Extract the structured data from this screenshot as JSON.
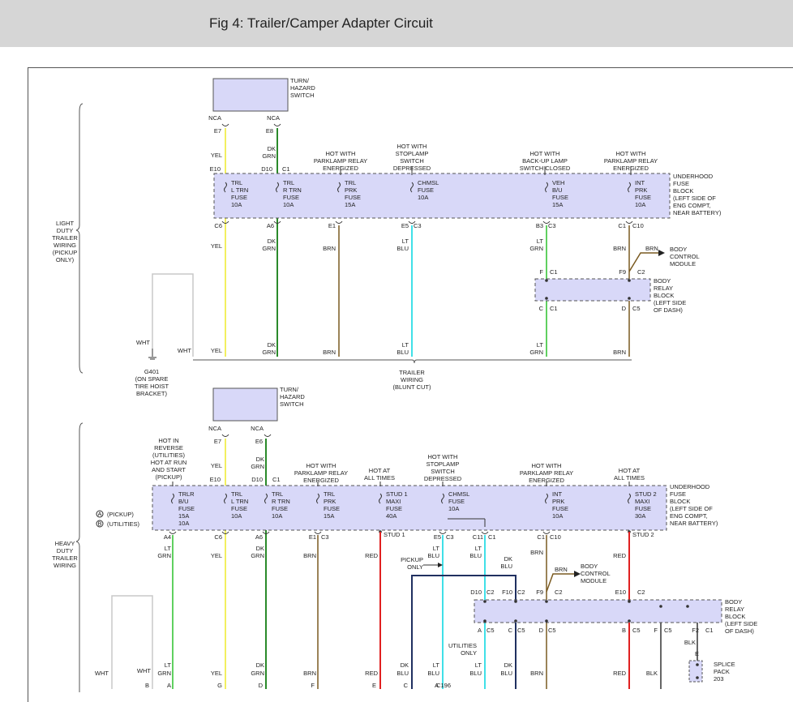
{
  "header": {
    "title": "Fig 4: Trailer/Camper Adapter Circuit"
  },
  "colors": {
    "fuse_block_fill": "#d8d8f8",
    "yel": "#f2f060",
    "grn": "#2a8a2a",
    "brn": "#7a5a20",
    "lt_blu": "#40e0e8",
    "lt_grn": "#60d060",
    "red": "#e02020",
    "dk_blu": "#203060",
    "blk": "#333333",
    "wht": "#c8c8c8"
  },
  "top": {
    "switch_label": [
      "TURN/",
      "HAZARD",
      "SWITCH"
    ],
    "nca1": "NCA",
    "nca2": "NCA",
    "e7": "E7",
    "e8": "E8",
    "w_yel": "YEL",
    "w_dk": "DK",
    "w_grn": "GRN",
    "hot_park": [
      "HOT WITH",
      "PARKLAMP RELAY",
      "ENERGIZED"
    ],
    "hot_stop": [
      "HOT WITH",
      "STOPLAMP",
      "SWITCH",
      "DEPRESSED"
    ],
    "hot_backup": [
      "HOT WITH",
      "BACK-UP LAMP",
      "SWITCH CLOSED"
    ],
    "hot_park2": [
      "HOT WITH",
      "PARKLAMP RELAY",
      "ENERGIZED"
    ],
    "e10": "E10",
    "d10": "D10",
    "c1": "C1",
    "fuse1": [
      "TRL",
      "L TRN",
      "FUSE",
      "10A"
    ],
    "fuse2": [
      "TRL",
      "R TRN",
      "FUSE",
      "10A"
    ],
    "fuse3": [
      "TRL",
      "PRK",
      "FUSE",
      "15A"
    ],
    "fuse4": [
      "CHMSL",
      "FUSE",
      "10A"
    ],
    "fuse5": [
      "VEH",
      "B/U",
      "FUSE",
      "15A"
    ],
    "fuse6": [
      "INT",
      "PRK",
      "FUSE",
      "10A"
    ],
    "ufb": [
      "UNDERHOOD",
      "FUSE",
      "BLOCK",
      "(LEFT SIDE OF",
      "ENG COMPT,",
      "NEAR BATTERY)"
    ],
    "c6": "C6",
    "a6": "A6",
    "e1": "E1",
    "e5": "E5",
    "c3": "C3",
    "b3": "B3",
    "c3b": "C3",
    "c1b": "C1",
    "c10": "C10",
    "yel2": "YEL",
    "dk2": "DK",
    "grn2": "GRN",
    "brn": "BRN",
    "lt": "LT",
    "blu": "BLU",
    "lt2": "LT",
    "grn3": "GRN",
    "brn2": "BRN",
    "brn3": "BRN",
    "bcm": [
      "BODY",
      "CONTROL",
      "MODULE"
    ],
    "f": "F",
    "c1c": "C1",
    "f9": "F9",
    "c2": "C2",
    "brb": [
      "BODY",
      "RELAY",
      "BLOCK",
      "(LEFT SIDE",
      "OF DASH)"
    ],
    "c": "C",
    "c1d": "C1",
    "d": "D",
    "c5": "C5",
    "side": [
      "LIGHT",
      "DUTY",
      "TRAILER",
      "WIRING",
      "(PICKUP",
      "ONLY)"
    ],
    "wht": "WHT",
    "wht2": "WHT",
    "g401": [
      "G401",
      "(ON SPARE",
      "TIRE HOIST",
      "BRACKET)"
    ],
    "bot": [
      "YEL",
      "DK",
      "GRN",
      "BRN",
      "LT",
      "BLU",
      "LT",
      "GRN",
      "BRN"
    ],
    "trailer": [
      "TRAILER",
      "WIRING",
      "(BLUNT CUT)"
    ]
  },
  "bottom": {
    "switch_label": [
      "TURN/",
      "HAZARD",
      "SWITCH"
    ],
    "nca1": "NCA",
    "nca2": "NCA",
    "e7": "E7",
    "e6": "E6",
    "hot_rev": [
      "HOT IN",
      "REVERSE",
      "(UTILITIES)",
      "HOT AT RUN",
      "AND START",
      "(PICKUP)"
    ],
    "hot_park": [
      "HOT WITH",
      "PARKLAMP RELAY",
      "ENERGIZED"
    ],
    "hot_all": [
      "HOT AT",
      "ALL TIMES"
    ],
    "hot_stop": [
      "HOT WITH",
      "STOPLAMP",
      "SWITCH",
      "DEPRESSED"
    ],
    "hot_park2": [
      "HOT WITH",
      "PARKLAMP RELAY",
      "ENERGIZED"
    ],
    "hot_all2": [
      "HOT AT",
      "ALL TIMES"
    ],
    "yel": "YEL",
    "dk": "DK",
    "grn": "GRN",
    "e10": "E10",
    "d10": "D10",
    "c1": "C1",
    "legend_a": "(PICKUP)",
    "legend_b": "(UTILITIES)",
    "a": "A",
    "b": "B",
    "fuse0": [
      "TRLR",
      "B/U",
      "FUSE",
      "15A",
      "10A"
    ],
    "fuse1": [
      "TRL",
      "L TRN",
      "FUSE",
      "10A"
    ],
    "fuse2": [
      "TRL",
      "R TRN",
      "FUSE",
      "10A"
    ],
    "fuse3": [
      "TRL",
      "PRK",
      "FUSE",
      "15A"
    ],
    "fuse4": [
      "STUD 1",
      "MAXI",
      "FUSE",
      "40A"
    ],
    "fuse5": [
      "CHMSL",
      "FUSE",
      "10A"
    ],
    "fuse6": [
      "INT",
      "PRK",
      "FUSE",
      "10A"
    ],
    "fuse7": [
      "STUD 2",
      "MAXI",
      "FUSE",
      "30A"
    ],
    "ufb": [
      "UNDERHOOD",
      "FUSE",
      "BLOCK",
      "(LEFT SIDE OF",
      "ENG COMPT,",
      "NEAR BATTERY)"
    ],
    "a4": "A4",
    "c6": "C6",
    "a6": "A6",
    "e1": "E1",
    "c3": "C3",
    "stud1": "STUD 1",
    "e5": "E5",
    "c3b": "C3",
    "c11": "C11",
    "c1b": "C1",
    "c10": "C10",
    "stud2": "STUD 2",
    "w": [
      "LT",
      "GRN",
      "YEL",
      "DK",
      "GRN",
      "BRN",
      "RED",
      "LT",
      "BLU",
      "LT",
      "BLU",
      "DK",
      "BLU",
      "BRN",
      "RED"
    ],
    "pickup_only": [
      "PICKUP",
      "ONLY"
    ],
    "bcm": [
      "BODY",
      "CONTROL",
      "MODULE"
    ],
    "brn": "BRN",
    "c2": "C2",
    "f10": "F10",
    "c2b": "C2",
    "f9": "F9",
    "c2c": "C2",
    "e10b": "E10",
    "c2d": "C2",
    "brb": [
      "BODY",
      "RELAY",
      "BLOCK",
      "(LEFT SIDE",
      "OF DASH)"
    ],
    "a2": "A",
    "c5": "C5",
    "c": "C",
    "c5b": "C5",
    "d": "D",
    "c5c": "C5",
    "b2": "B",
    "c5d": "C5",
    "f2": "F",
    "c5e": "C5",
    "f2b": "F2",
    "c1c": "C1",
    "util_only": [
      "UTILITIES",
      "ONLY"
    ],
    "e": "E",
    "blk": "BLK",
    "side": [
      "HEAVY",
      "DUTY",
      "TRAILER",
      "WIRING"
    ],
    "wht": "WHT",
    "wht2": "WHT",
    "bot": [
      "LT",
      "GRN",
      "YEL",
      "DK",
      "GRN",
      "BRN",
      "RED",
      "DK",
      "BLU",
      "LT",
      "BLU",
      "LT",
      "BLU",
      "DK",
      "BLU",
      "BRN",
      "RED",
      "BLK"
    ],
    "pins": [
      "B",
      "A",
      "G",
      "D",
      "F",
      "E",
      "C",
      "A",
      "C196"
    ],
    "splice": [
      "SPLICE",
      "PACK",
      "203"
    ]
  }
}
